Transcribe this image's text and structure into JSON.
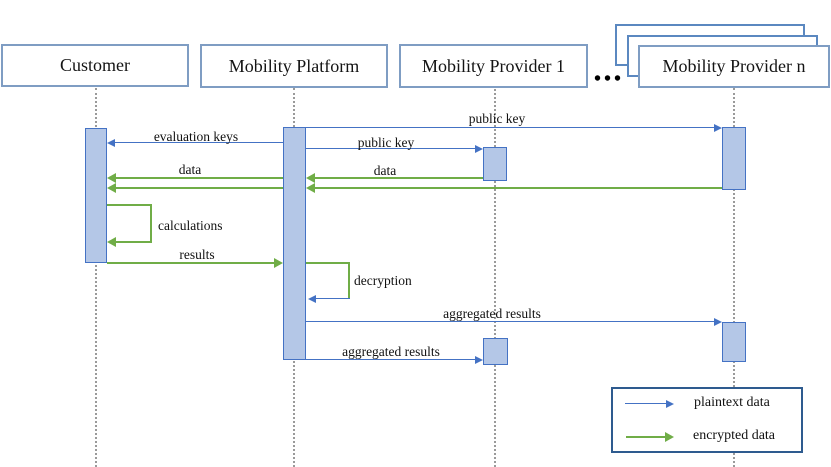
{
  "diagram": {
    "type": "sequence-diagram",
    "actors": {
      "customer": "Customer",
      "platform": "Mobility Platform",
      "provider1": "Mobility Provider 1",
      "providern": "Mobility Provider n"
    },
    "ellipsis": "•••",
    "messages": {
      "public_key_n": "public key",
      "evaluation_keys": "evaluation keys",
      "public_key_1": "public key",
      "data_left": "data",
      "data_right": "data",
      "calculations": "calculations",
      "results": "results",
      "decryption": "decryption",
      "aggregated_results_n": "aggregated results",
      "aggregated_results_1": "aggregated results"
    },
    "flows": [
      {
        "label": "public key",
        "from": "Mobility Platform",
        "to": "Mobility Provider n",
        "style": "plaintext"
      },
      {
        "label": "evaluation keys",
        "from": "Mobility Platform",
        "to": "Customer",
        "style": "plaintext"
      },
      {
        "label": "public key",
        "from": "Mobility Platform",
        "to": "Mobility Provider 1",
        "style": "plaintext"
      },
      {
        "label": "data",
        "from": "Mobility Provider 1",
        "to": "Mobility Platform",
        "style": "encrypted"
      },
      {
        "label": "data",
        "from": "Mobility Platform",
        "to": "Customer",
        "style": "encrypted"
      },
      {
        "label": "data",
        "from": "Mobility Provider n",
        "to": "Mobility Platform",
        "style": "encrypted"
      },
      {
        "label": "calculations",
        "from": "Customer",
        "to": "Customer",
        "style": "encrypted",
        "self": true
      },
      {
        "label": "results",
        "from": "Customer",
        "to": "Mobility Platform",
        "style": "encrypted"
      },
      {
        "label": "decryption",
        "from": "Mobility Platform",
        "to": "Mobility Platform",
        "self": true
      },
      {
        "label": "aggregated results",
        "from": "Mobility Platform",
        "to": "Mobility Provider n",
        "style": "plaintext"
      },
      {
        "label": "aggregated results",
        "from": "Mobility Platform",
        "to": "Mobility Provider 1",
        "style": "plaintext"
      }
    ],
    "legend": {
      "plaintext_label": "plaintext data",
      "encrypted_label": "encrypted data"
    },
    "colors": {
      "plaintext_arrow": "#4472c4",
      "encrypted_arrow": "#70ad47",
      "activation_fill": "#b4c7e7",
      "activation_border": "#4472c4",
      "actor_border": "#7f9dc3",
      "stack_border": "#5b88c0",
      "legend_border": "#2e5b8f",
      "lifeline": "#9a9a9a"
    }
  }
}
